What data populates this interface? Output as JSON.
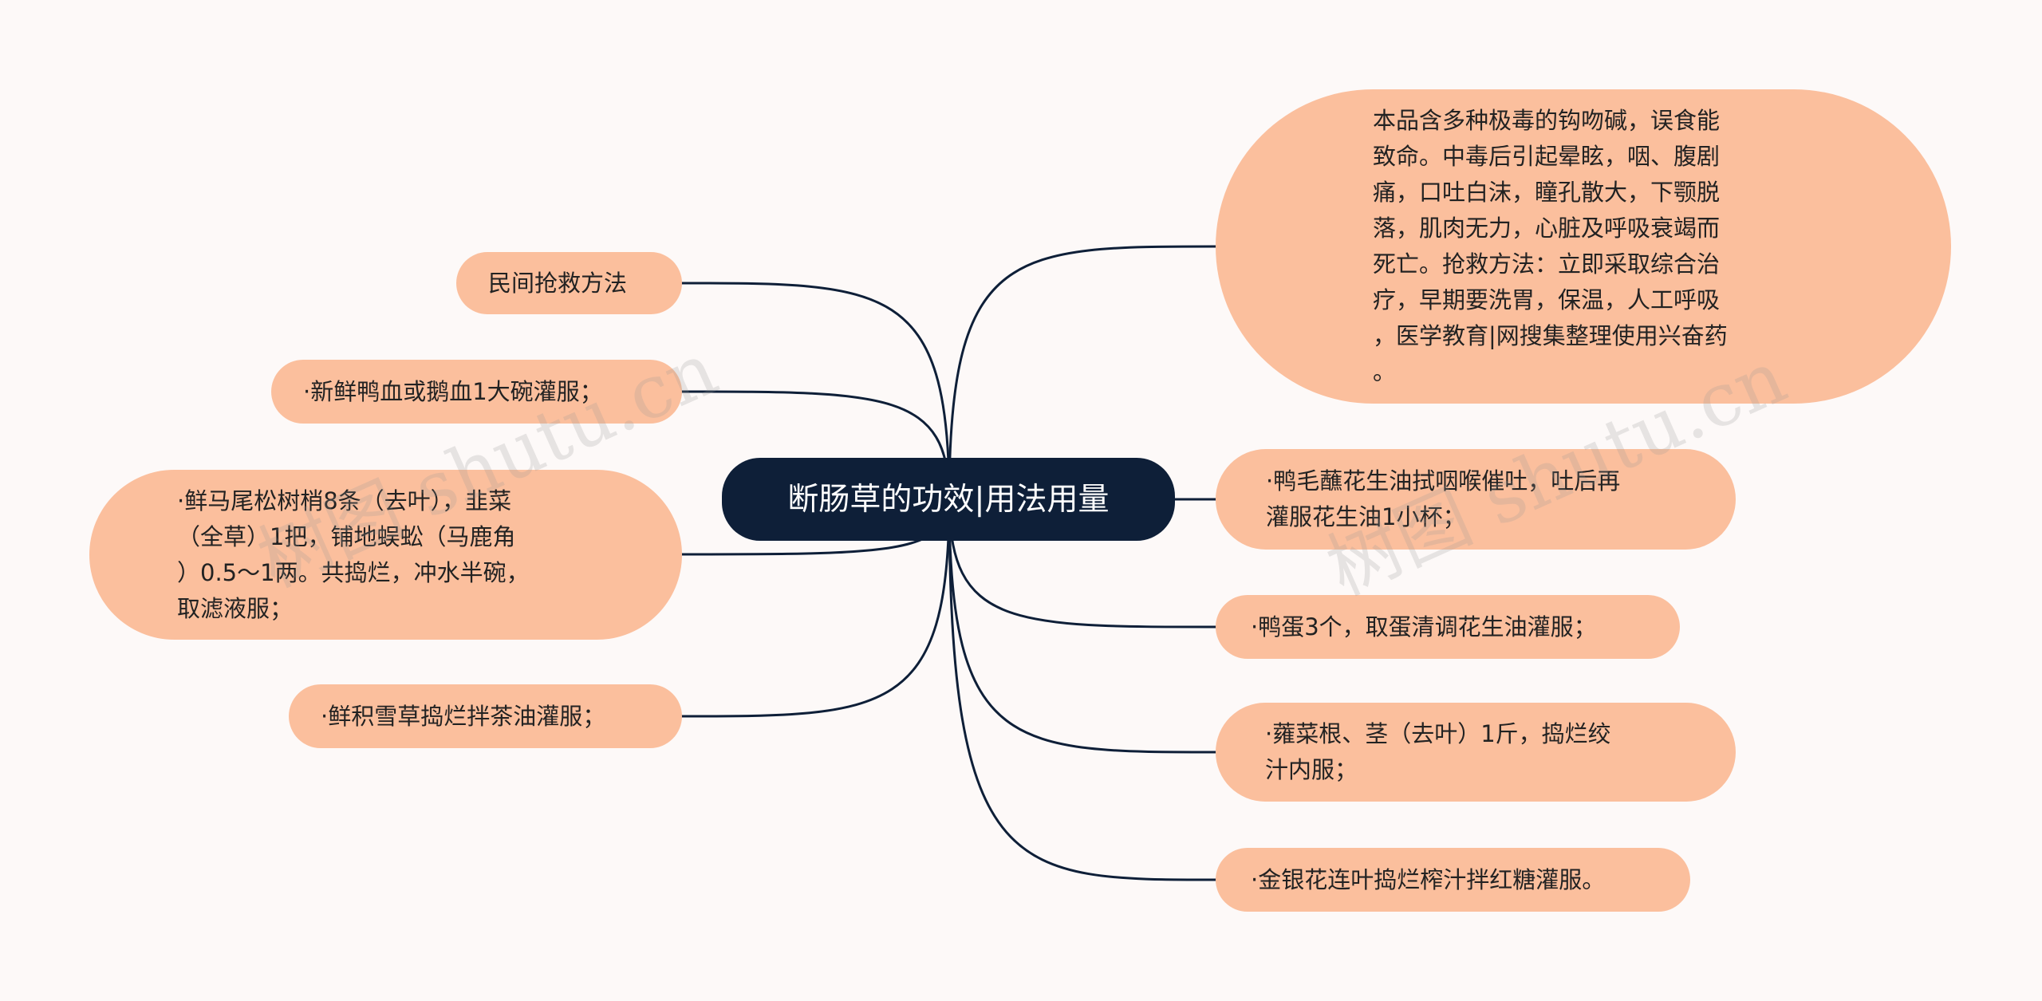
{
  "colors": {
    "background": "#fdf9f8",
    "node_fill": "#fbbf9d",
    "center_fill": "#0e1f38",
    "center_text": "#ffffff",
    "node_text": "#222222",
    "link": "#0e1f38"
  },
  "center": {
    "label": "断肠草的功效|用法用量"
  },
  "left_nodes": [
    {
      "id": "folk-rescue",
      "text": "民间抢救方法"
    },
    {
      "id": "duck-blood",
      "text": "·新鲜鸭血或鹅血1大碗灌服；"
    },
    {
      "id": "pine-tips",
      "text": "·鲜马尾松树梢8条（去叶），韭菜\n（全草）1把，铺地蜈蚣（马鹿角\n）0.5～1两。共捣烂，冲水半碗，\n取滤液服；"
    },
    {
      "id": "snow-grass",
      "text": "·鲜积雪草捣烂拌茶油灌服；"
    }
  ],
  "right_nodes": [
    {
      "id": "toxicity",
      "text": "本品含多种极毒的钩吻碱，误食能\n致命。中毒后引起晕眩，咽、腹剧\n痛，口吐白沫，瞳孔散大，下颚脱\n落，肌肉无力，心脏及呼吸衰竭而\n死亡。抢救方法：立即采取综合治\n疗，早期要洗胃，保温，人工呼吸\n，医学教育|网搜集整理使用兴奋药\n。"
    },
    {
      "id": "duck-feather",
      "text": "·鸭毛蘸花生油拭咽喉催吐，吐后再\n灌服花生油1小杯；"
    },
    {
      "id": "duck-egg",
      "text": "·鸭蛋3个，取蛋清调花生油灌服；"
    },
    {
      "id": "water-spinach",
      "text": "·蕹菜根、茎（去叶）1斤，捣烂绞\n汁内服；"
    },
    {
      "id": "honeysuckle",
      "text": "·金银花连叶捣烂榨汁拌红糖灌服。"
    }
  ],
  "watermarks": [
    "树图 shutu.cn",
    "树图 shutu.cn"
  ]
}
